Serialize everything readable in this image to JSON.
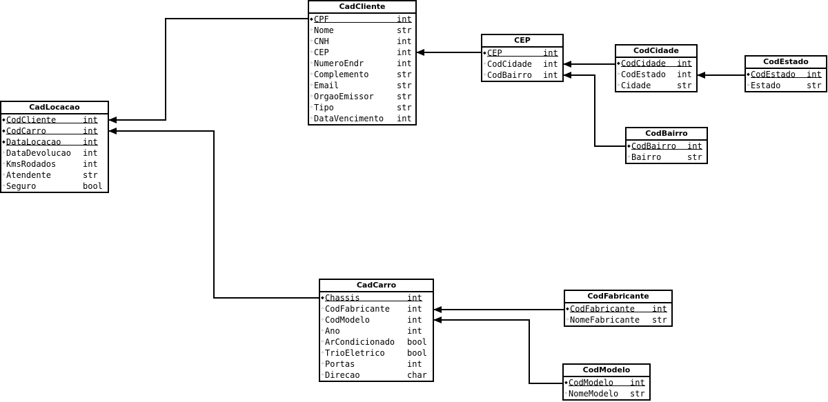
{
  "diagram": {
    "tables": [
      {
        "id": "CadCliente",
        "name": "CadCliente",
        "fields": [
          {
            "name": "CPF",
            "type": "int",
            "pk": true
          },
          {
            "name": "Nome",
            "type": "str",
            "pk": false
          },
          {
            "name": "CNH",
            "type": "int",
            "pk": false
          },
          {
            "name": "CEP",
            "type": "int",
            "pk": false
          },
          {
            "name": "NumeroEndr",
            "type": "int",
            "pk": false
          },
          {
            "name": "Complemento",
            "type": "str",
            "pk": false
          },
          {
            "name": "Email",
            "type": "str",
            "pk": false
          },
          {
            "name": "OrgaoEmissor",
            "type": "str",
            "pk": false
          },
          {
            "name": "Tipo",
            "type": "str",
            "pk": false
          },
          {
            "name": "DataVencimento",
            "type": "int",
            "pk": false
          }
        ]
      },
      {
        "id": "CadLocacao",
        "name": "CadLocacao",
        "fields": [
          {
            "name": "CodCliente",
            "type": "int",
            "pk": true
          },
          {
            "name": "CodCarro",
            "type": "int",
            "pk": true
          },
          {
            "name": "DataLocacao",
            "type": "int",
            "pk": true
          },
          {
            "name": "DataDevolucao",
            "type": "int",
            "pk": false
          },
          {
            "name": "KmsRodados",
            "type": "int",
            "pk": false
          },
          {
            "name": "Atendente",
            "type": "str",
            "pk": false
          },
          {
            "name": "Seguro",
            "type": "bool",
            "pk": false
          }
        ]
      },
      {
        "id": "CEP",
        "name": "CEP",
        "fields": [
          {
            "name": "CEP",
            "type": "int",
            "pk": true
          },
          {
            "name": "CodCidade",
            "type": "int",
            "pk": false
          },
          {
            "name": "CodBairro",
            "type": "int",
            "pk": false
          }
        ]
      },
      {
        "id": "CodCidade",
        "name": "CodCidade",
        "fields": [
          {
            "name": "CodCidade",
            "type": "int",
            "pk": true
          },
          {
            "name": "CodEstado",
            "type": "int",
            "pk": false
          },
          {
            "name": "Cidade",
            "type": "str",
            "pk": false
          }
        ]
      },
      {
        "id": "CodEstado",
        "name": "CodEstado",
        "fields": [
          {
            "name": "CodEstado",
            "type": "int",
            "pk": true
          },
          {
            "name": "Estado",
            "type": "str",
            "pk": false
          }
        ]
      },
      {
        "id": "CodBairro",
        "name": "CodBairro",
        "fields": [
          {
            "name": "CodBairro",
            "type": "int",
            "pk": true
          },
          {
            "name": "Bairro",
            "type": "str",
            "pk": false
          }
        ]
      },
      {
        "id": "CadCarro",
        "name": "CadCarro",
        "fields": [
          {
            "name": "Chassis",
            "type": "int",
            "pk": true
          },
          {
            "name": "CodFabricante",
            "type": "int",
            "pk": false
          },
          {
            "name": "CodModelo",
            "type": "int",
            "pk": false
          },
          {
            "name": "Ano",
            "type": "int",
            "pk": false
          },
          {
            "name": "ArCondicionado",
            "type": "bool",
            "pk": false
          },
          {
            "name": "TrioEletrico",
            "type": "bool",
            "pk": false
          },
          {
            "name": "Portas",
            "type": "int",
            "pk": false
          },
          {
            "name": "Direcao",
            "type": "char",
            "pk": false
          }
        ]
      },
      {
        "id": "CodFabricante",
        "name": "CodFabricante",
        "fields": [
          {
            "name": "CodFabricante",
            "type": "int",
            "pk": true
          },
          {
            "name": "NomeFabricante",
            "type": "str",
            "pk": false
          }
        ]
      },
      {
        "id": "CodModelo",
        "name": "CodModelo",
        "fields": [
          {
            "name": "CodModelo",
            "type": "int",
            "pk": true
          },
          {
            "name": "NomeModelo",
            "type": "str",
            "pk": false
          }
        ]
      }
    ],
    "relationships": [
      {
        "from": "CadCliente",
        "from_field": "CPF",
        "to": "CadLocacao",
        "to_field": "CodCliente"
      },
      {
        "from": "CadCarro",
        "from_field": "Chassis",
        "to": "CadLocacao",
        "to_field": "CodCarro"
      },
      {
        "from": "CEP",
        "from_field": "CEP",
        "to": "CadCliente",
        "to_field": "CEP"
      },
      {
        "from": "CodCidade",
        "from_field": "CodCidade",
        "to": "CEP",
        "to_field": "CodCidade"
      },
      {
        "from": "CodBairro",
        "from_field": "CodBairro",
        "to": "CEP",
        "to_field": "CodBairro"
      },
      {
        "from": "CodEstado",
        "from_field": "CodEstado",
        "to": "CodCidade",
        "to_field": "CodEstado"
      },
      {
        "from": "CodFabricante",
        "from_field": "CodFabricante",
        "to": "CadCarro",
        "to_field": "CodFabricante"
      },
      {
        "from": "CodModelo",
        "from_field": "CodModelo",
        "to": "CadCarro",
        "to_field": "CodModelo"
      }
    ]
  }
}
